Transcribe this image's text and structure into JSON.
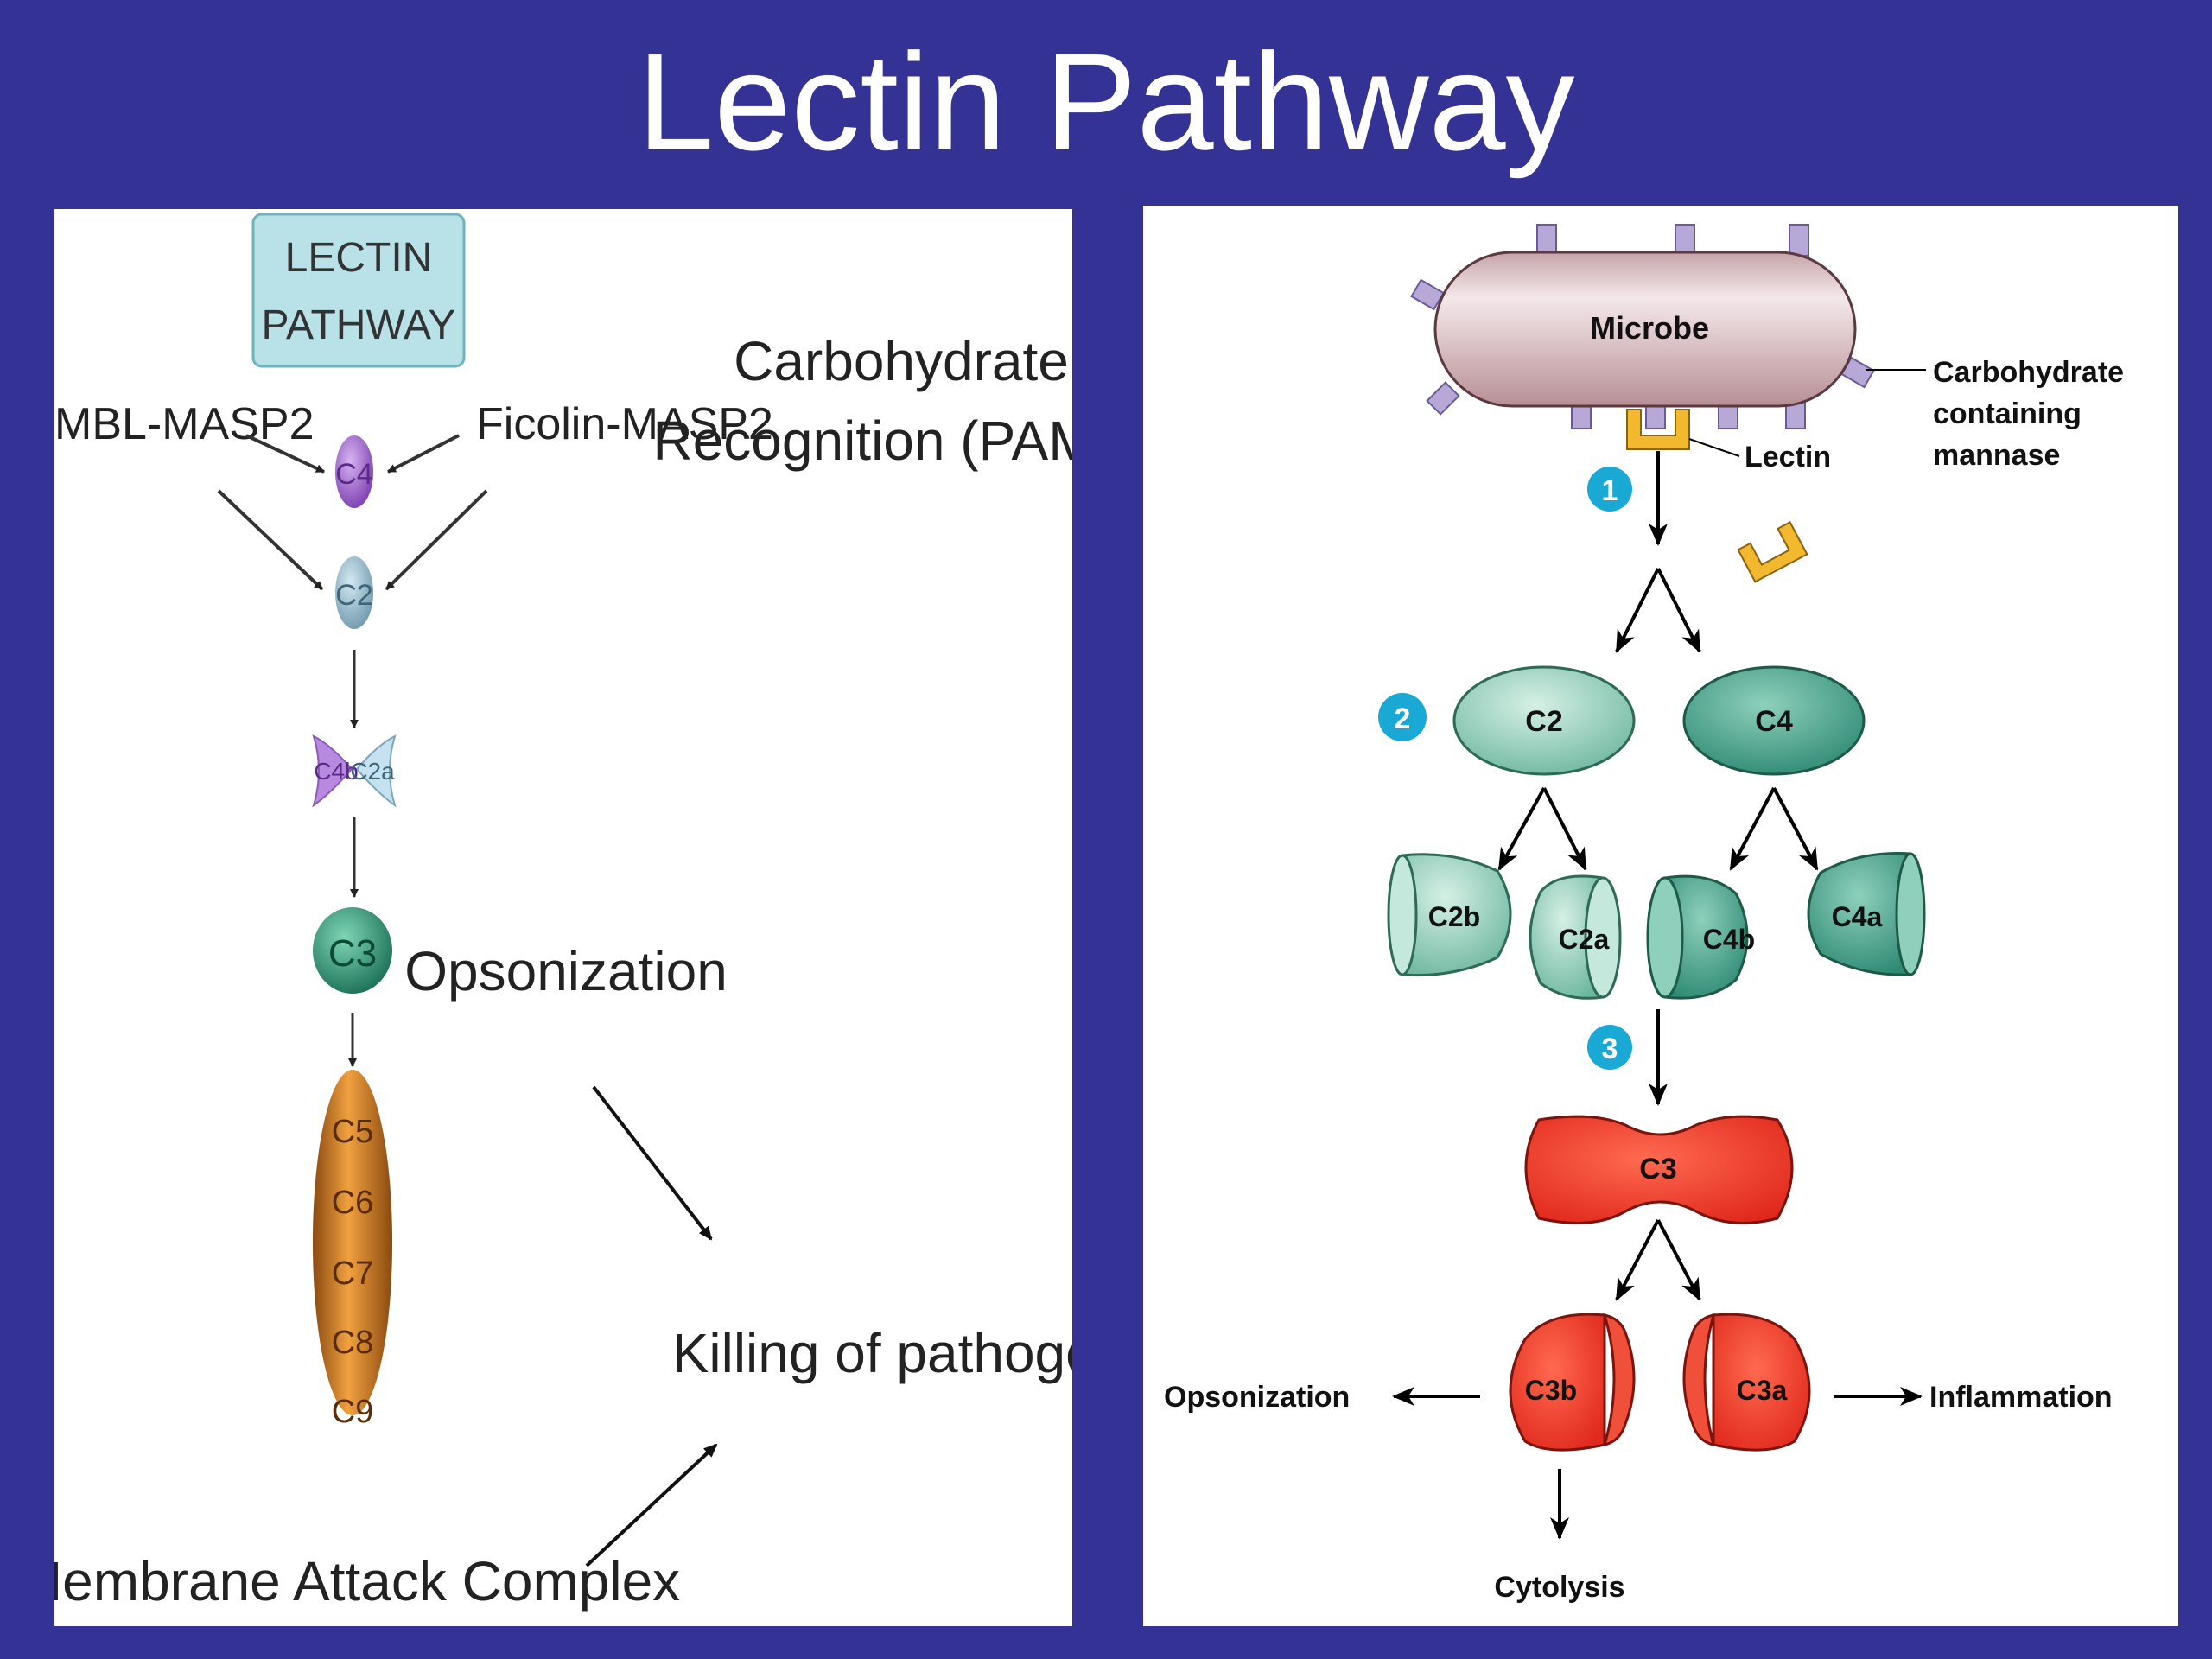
{
  "slide": {
    "title": "Lectin Pathway"
  },
  "left": {
    "box": {
      "line1": "LECTIN",
      "line2": "PATHWAY"
    },
    "mbl": "MBL-MASP2",
    "ficolin": "Ficolin-MASP2",
    "c4": "C4",
    "c2": "C2",
    "c4b": "C4b",
    "c2a": "C2a",
    "c3": "C3",
    "mac_components": [
      "C5",
      "C6",
      "C7",
      "C8",
      "C9"
    ],
    "recognition": {
      "line1": "Carbohydrate",
      "line2": "Recognition (PAMP)"
    },
    "opsonization": "Opsonization",
    "killing": "Killing of pathogen",
    "mac": "Membrane Attack Complex"
  },
  "right": {
    "microbe": "Microbe",
    "carb": {
      "line1": "Carbohydrate",
      "line2": "containing",
      "line3": "mannase"
    },
    "lectin": "Lectin",
    "steps": [
      "1",
      "2",
      "3"
    ],
    "c2": "C2",
    "c4": "C4",
    "c2b": "C2b",
    "c2a": "C2a",
    "c4b": "C4b",
    "c4a": "C4a",
    "c3": "C3",
    "c3b": "C3b",
    "c3a": "C3a",
    "opsonization": "Opsonization",
    "inflammation": "Inflammation",
    "cytolysis": "Cytolysis"
  },
  "colors": {
    "background": "#343395",
    "teal_light": "#a5d8c8",
    "teal_dark": "#3f9c8a",
    "red": "#f03a2a",
    "purple": "#9a63c8",
    "orange": "#c8741c",
    "step_badge": "#1aa8d4",
    "lectin": "#f2b82e"
  }
}
